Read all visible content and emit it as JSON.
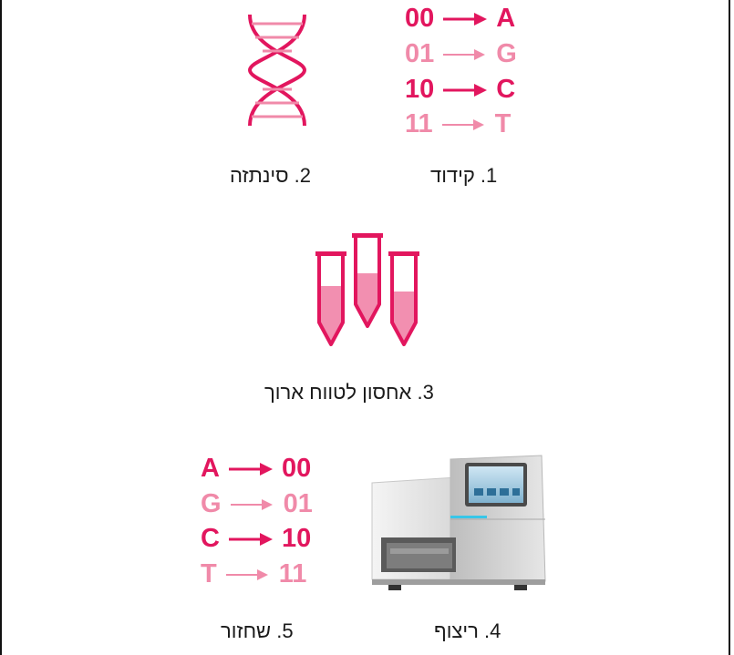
{
  "colors": {
    "dark": "#e2165e",
    "light": "#f08aa9",
    "fill": "#f28fb0"
  },
  "steps": {
    "encoding": {
      "caption": "1. קידוד"
    },
    "synthesis": {
      "caption": "2. סינתזה"
    },
    "storage": {
      "caption": "3. אחסון לטווח ארוך"
    },
    "sequencing": {
      "caption": "4. ריצוף"
    },
    "retrieval": {
      "caption": "5. שחזור"
    }
  },
  "encoding_map": [
    {
      "bits": "00",
      "base": "A",
      "tone": "dark"
    },
    {
      "bits": "01",
      "base": "G",
      "tone": "light"
    },
    {
      "bits": "10",
      "base": "C",
      "tone": "dark"
    },
    {
      "bits": "11",
      "base": "T",
      "tone": "light"
    }
  ],
  "decoding_map": [
    {
      "base": "A",
      "bits": "00",
      "tone": "dark"
    },
    {
      "base": "G",
      "bits": "01",
      "tone": "light"
    },
    {
      "base": "C",
      "bits": "10",
      "tone": "dark"
    },
    {
      "base": "T",
      "bits": "11",
      "tone": "light"
    }
  ],
  "icons": {
    "dna": "dna-double-helix-icon",
    "tubes": "test-tubes-icon",
    "sequencer": "sequencing-machine-icon",
    "arrow": "right-arrow-icon"
  }
}
